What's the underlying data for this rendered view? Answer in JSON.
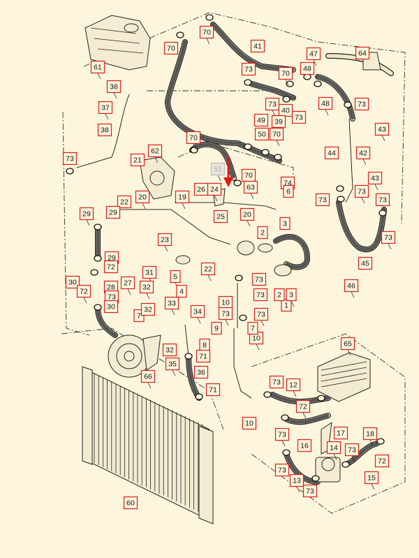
{
  "diagram": {
    "accent_color": "#e01b1b",
    "background_color": "#fdf6dc",
    "pointer_arrow_color": "#e01b1b",
    "highlighted_part": "51",
    "callouts": [
      "70",
      "70",
      "61",
      "41",
      "47",
      "64",
      "38",
      "73",
      "70",
      "48",
      "37",
      "73",
      "73",
      "40",
      "48",
      "49",
      "39",
      "73",
      "43",
      "38",
      "70",
      "50",
      "70",
      "44",
      "42",
      "73",
      "62",
      "21",
      "51",
      "70",
      "63",
      "74",
      "43",
      "6",
      "73",
      "73",
      "20",
      "26",
      "24",
      "22",
      "19",
      "29",
      "29",
      "25",
      "20",
      "73",
      "73",
      "3",
      "23",
      "2",
      "29",
      "72",
      "27",
      "45",
      "22",
      "73",
      "31",
      "30",
      "72",
      "28",
      "5",
      "73",
      "46",
      "73",
      "32",
      "1",
      "73",
      "2",
      "3",
      "4",
      "10",
      "7",
      "33",
      "32",
      "34",
      "30",
      "73",
      "9",
      "10",
      "7",
      "8",
      "32",
      "35",
      "71",
      "65",
      "36",
      "66",
      "73",
      "12",
      "71",
      "72",
      "10",
      "73",
      "17",
      "18",
      "16",
      "14",
      "73",
      "73",
      "72",
      "13",
      "73",
      "15",
      "60"
    ]
  }
}
